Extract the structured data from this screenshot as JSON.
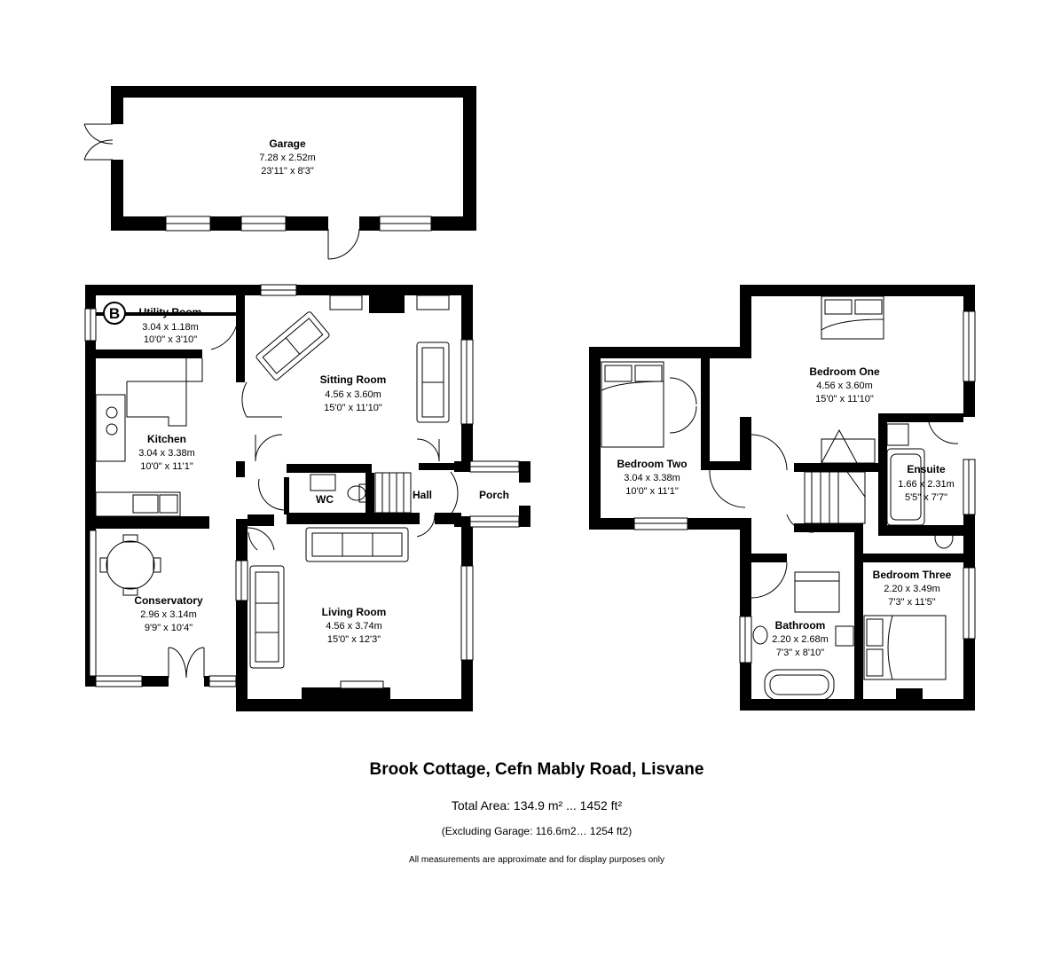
{
  "title": "Brook Cottage, Cefn Mably Road, Lisvane",
  "total_area": "Total Area: 134.9 m² ... 1452 ft²",
  "excluding_garage": "(Excluding Garage: 116.6m2… 1254 ft2)",
  "disclaimer": "All measurements are approximate and for display purposes only",
  "boiler_symbol": "B",
  "rooms": {
    "garage": {
      "name": "Garage",
      "metric": "7.28 x 2.52m",
      "imperial": "23'11\" x 8'3\""
    },
    "utility": {
      "name": "Utility Room",
      "metric": "3.04 x 1.18m",
      "imperial": "10'0\" x 3'10\""
    },
    "sitting": {
      "name": "Sitting Room",
      "metric": "4.56 x 3.60m",
      "imperial": "15'0\" x 11'10\""
    },
    "kitchen": {
      "name": "Kitchen",
      "metric": "3.04 x 3.38m",
      "imperial": "10'0\" x 11'1\""
    },
    "wc": {
      "name": "WC"
    },
    "hall": {
      "name": "Hall"
    },
    "porch": {
      "name": "Porch"
    },
    "conservatory": {
      "name": "Conservatory",
      "metric": "2.96 x 3.14m",
      "imperial": "9'9\" x 10'4\""
    },
    "living": {
      "name": "Living Room",
      "metric": "4.56 x 3.74m",
      "imperial": "15'0\" x 12'3\""
    },
    "bed1": {
      "name": "Bedroom One",
      "metric": "4.56 x 3.60m",
      "imperial": "15'0\" x 11'10\""
    },
    "bed2": {
      "name": "Bedroom Two",
      "metric": "3.04 x 3.38m",
      "imperial": "10'0\" x 11'1\""
    },
    "ensuite": {
      "name": "Ensuite",
      "metric": "1.66 x 2.31m",
      "imperial": "5'5\" x 7'7\""
    },
    "bed3": {
      "name": "Bedroom Three",
      "metric": "2.20 x 3.49m",
      "imperial": "7'3\" x 11'5\""
    },
    "bathroom": {
      "name": "Bathroom",
      "metric": "2.20 x 2.68m",
      "imperial": "7'3\" x 8'10\""
    }
  }
}
